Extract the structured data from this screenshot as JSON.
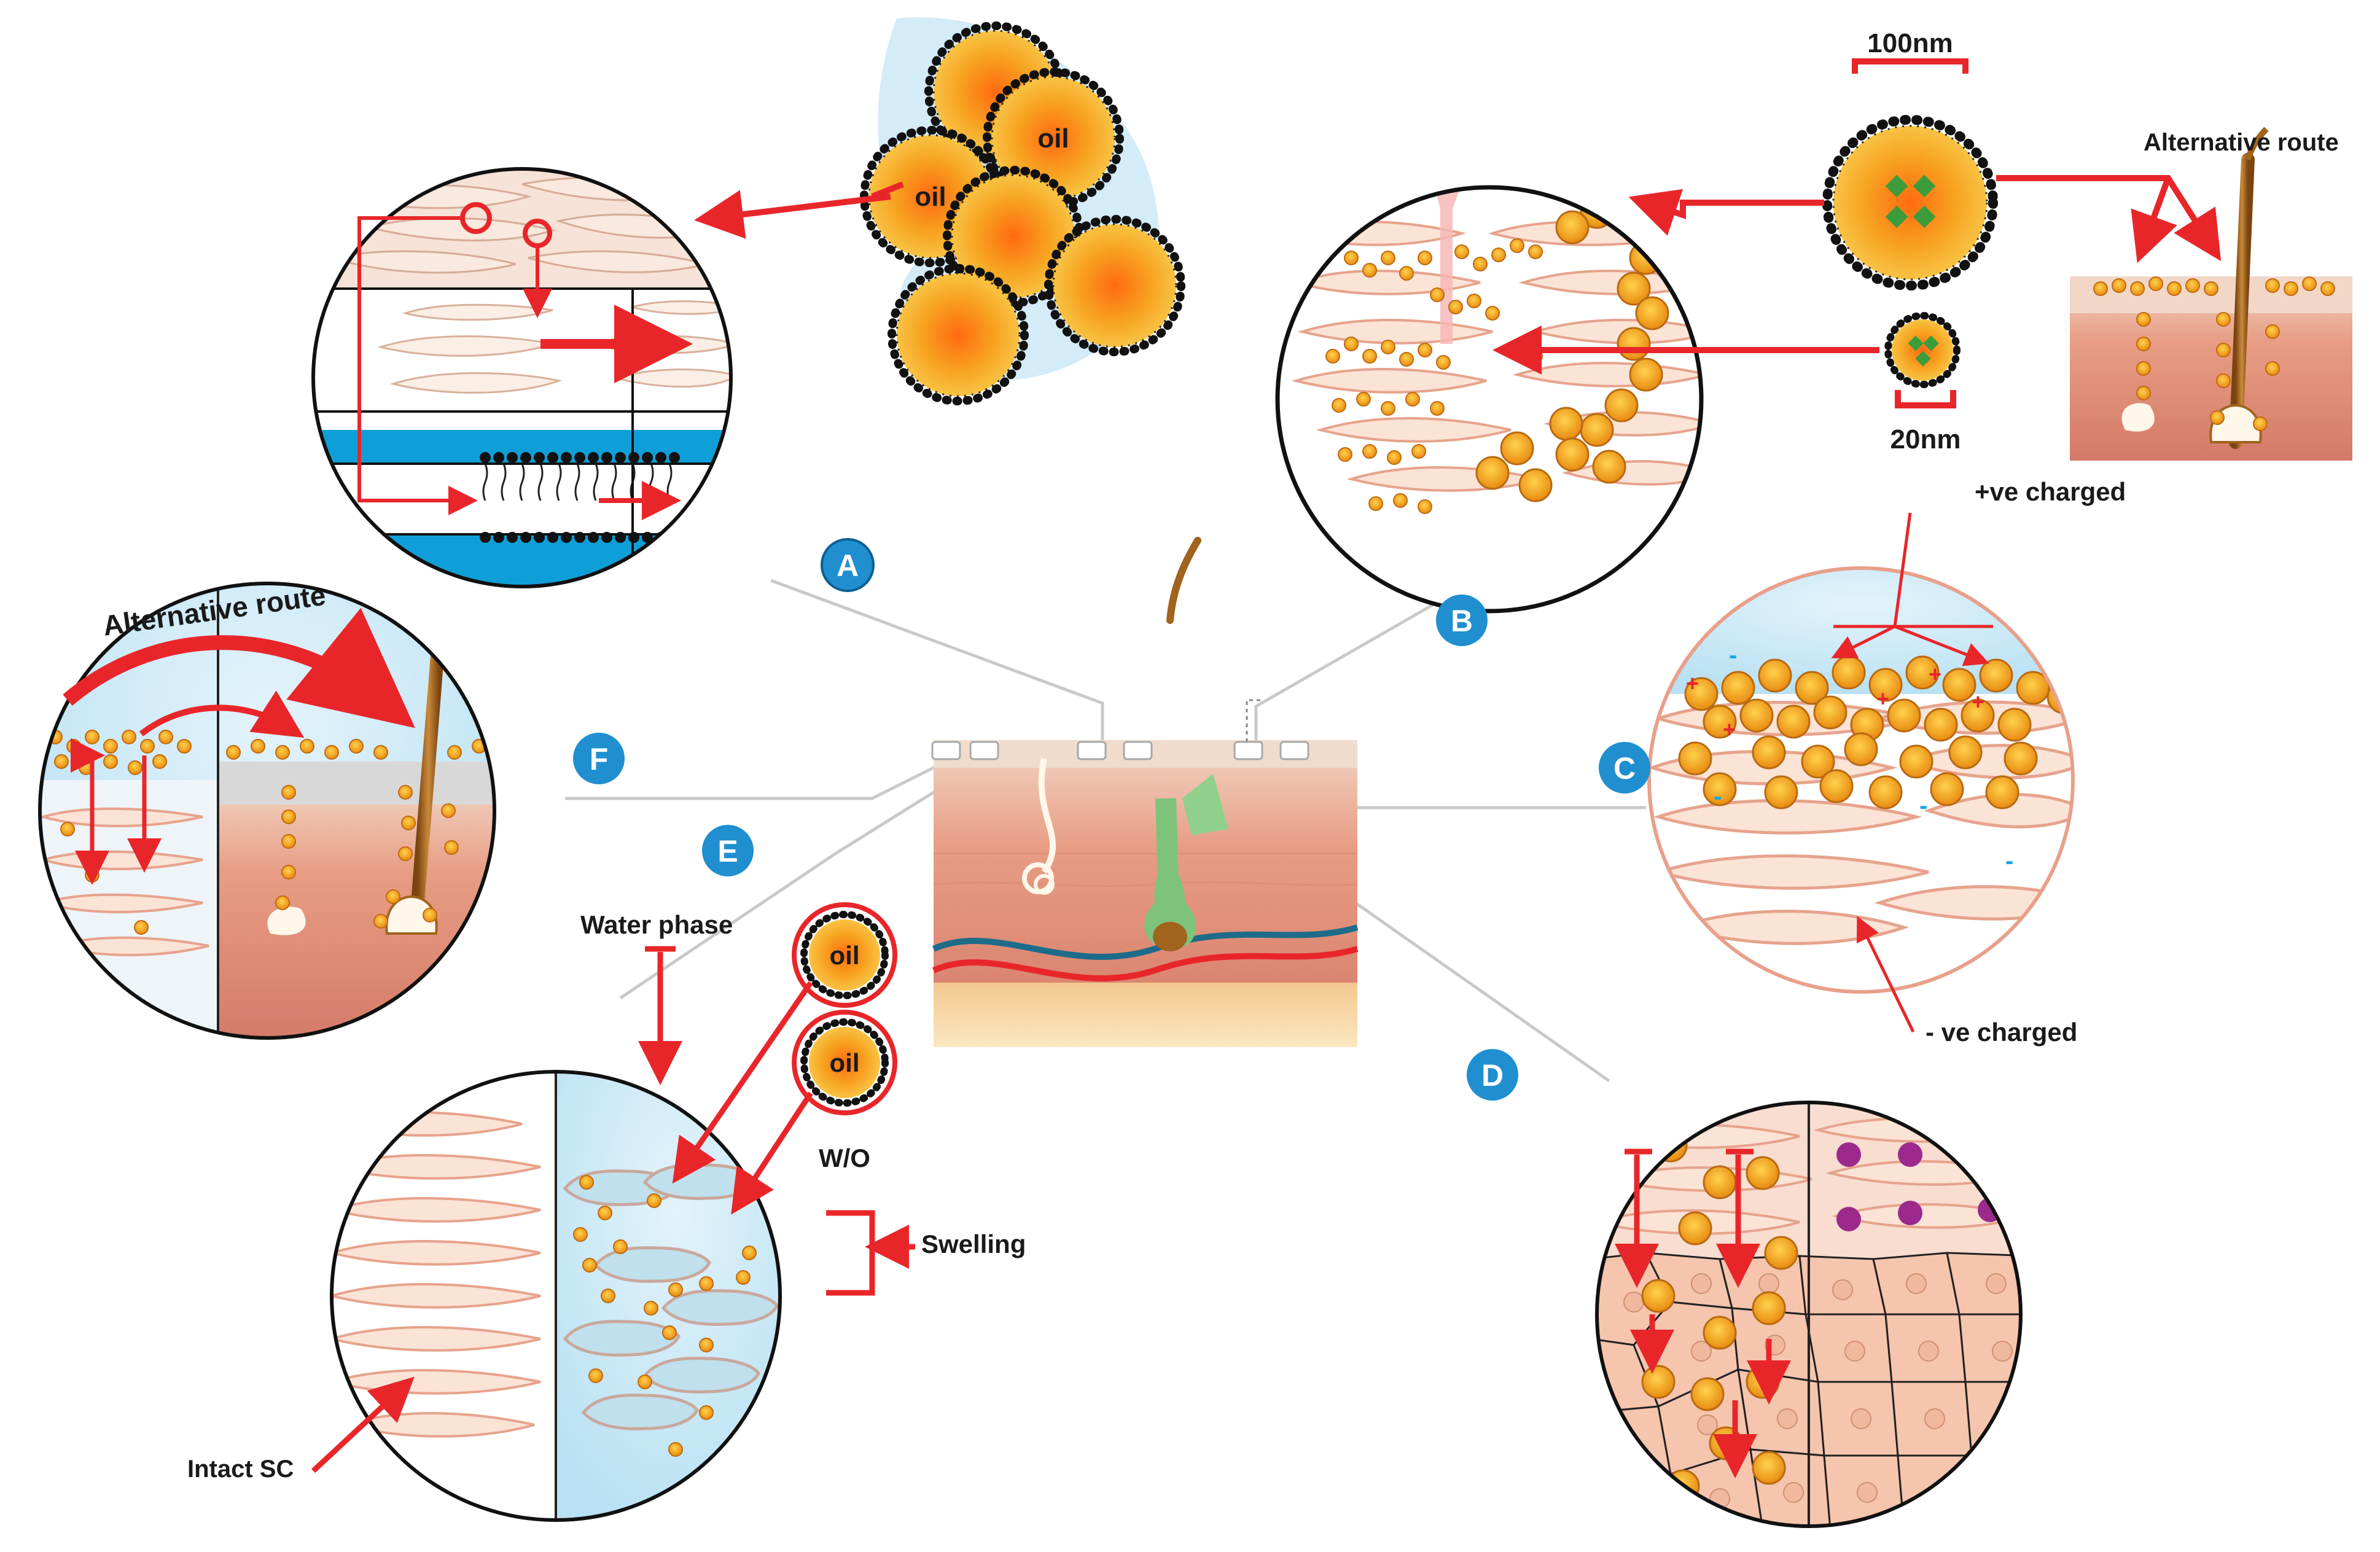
{
  "labels": {
    "oil": "oil",
    "size_large": "100nm",
    "size_small": "20nm",
    "alt_route_b": "Alternative route",
    "alt_route_f": "Alternative route",
    "pos_charged": "+ve charged",
    "neg_charged": "- ve charged",
    "water_phase": "Water phase",
    "wo": "W/O",
    "swelling": "Swelling",
    "intact_sc": "Intact SC",
    "plus_sign": "+",
    "minus_sign": "-"
  },
  "panels": {
    "A": "A",
    "B": "B",
    "C": "C",
    "D": "D",
    "E": "E",
    "F": "F"
  },
  "colors": {
    "arrow_red": "#e8262a",
    "badge_blue": "#1f8fd0",
    "skin_pink": "#f7d8c8",
    "cell_outline": "#e8a08a",
    "droplet_orange": "#f5a623",
    "lipid_blue": "#1aa6e0",
    "hair_brown": "#a0641c",
    "purple_particle": "#9b2a8c"
  }
}
